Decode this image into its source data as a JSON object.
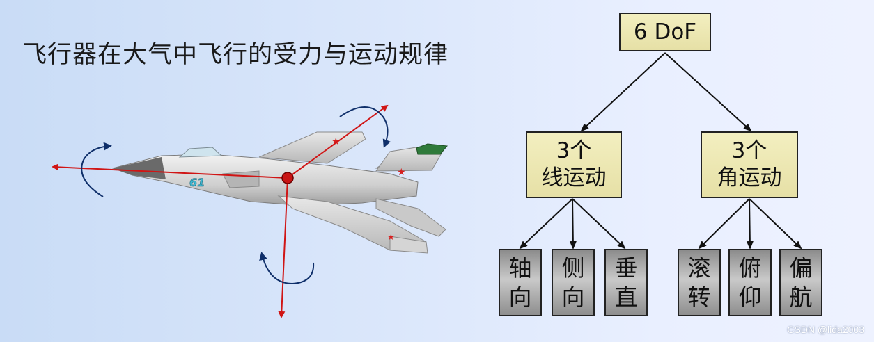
{
  "title": "飞行器在大气中飞行的受力与运动规律",
  "aircraft": {
    "number": "61"
  },
  "tree": {
    "root": "6 DoF",
    "left": {
      "line1": "3个",
      "line2": "线运动",
      "leaves": [
        [
          "轴",
          "向"
        ],
        [
          "侧",
          "向"
        ],
        [
          "垂",
          "直"
        ]
      ]
    },
    "right": {
      "line1": "3个",
      "line2": "角运动",
      "leaves": [
        [
          "滚",
          "转"
        ],
        [
          "俯",
          "仰"
        ],
        [
          "偏",
          "航"
        ]
      ]
    }
  },
  "colors": {
    "axis_arrow": "#d01515",
    "rotation_arrow": "#0f2f6a",
    "box_beige": "#ece6ae",
    "box_gray": "#a8a8a8"
  },
  "watermark": "CSDN @lida2003"
}
